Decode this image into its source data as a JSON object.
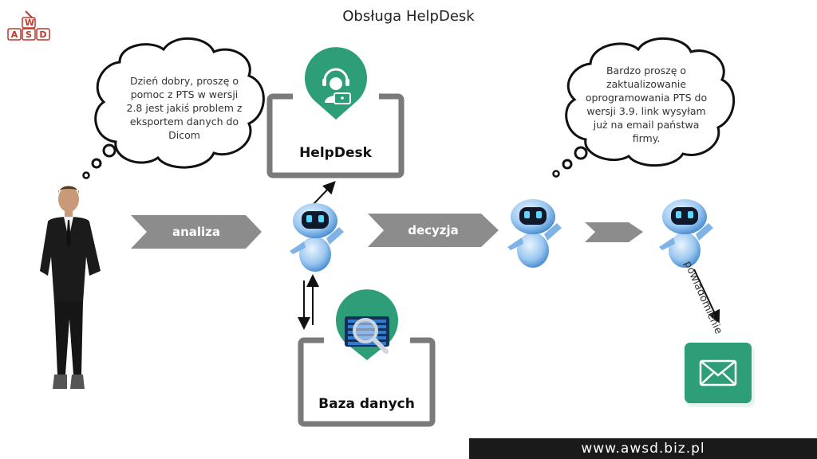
{
  "title": "Obsługa HelpDesk",
  "logo": {
    "top": "W",
    "letters": [
      "A",
      "S",
      "D"
    ]
  },
  "clouds": {
    "customer": "Dzień dobry, proszę o pomoc z PTS w wersji 2.8 jest jakiś problem z eksportem danych do Dicom",
    "robot": "Bardzo proszę o zaktualizowanie oprogramowania PTS do wersji 3.9. link wysyłam już na email państwa firmy."
  },
  "steps": {
    "analysis": "analiza",
    "decision": "decyzja",
    "notification": "powiadomienie"
  },
  "boxes": {
    "helpdesk": "HelpDesk",
    "database": "Baza danych"
  },
  "footer": "www.awsd.biz.pl",
  "colors": {
    "accent": "#2e9e78",
    "chevron": "#8c8c8c",
    "box_border": "#7a7a7a",
    "robot": "#5aa3e0"
  },
  "icons": [
    "support-agent-icon",
    "database-search-icon",
    "email-icon"
  ]
}
